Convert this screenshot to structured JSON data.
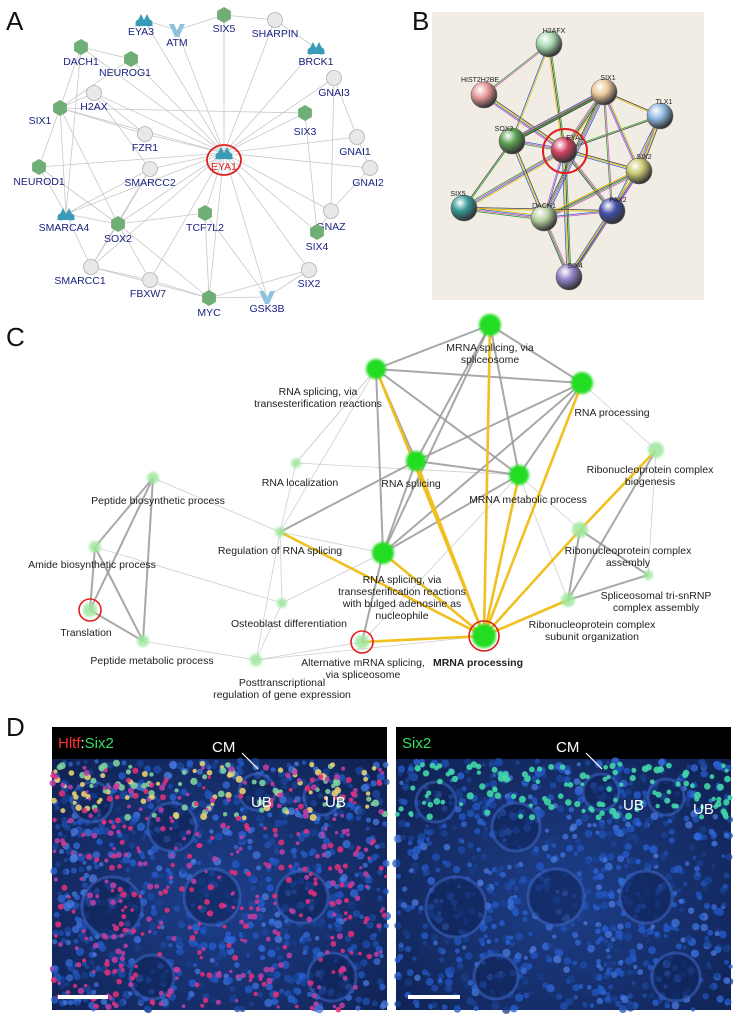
{
  "panels": {
    "a": "A",
    "b": "B",
    "c": "C",
    "d": "D"
  },
  "panel_a": {
    "nodes": [
      {
        "id": "EYA1",
        "label": "EYA1",
        "shape": "tri",
        "center": true
      },
      {
        "id": "EYA3",
        "label": "EYA3",
        "shape": "tri"
      },
      {
        "id": "ATM",
        "label": "ATM",
        "shape": "v"
      },
      {
        "id": "SIX5",
        "label": "SIX5",
        "shape": "hex"
      },
      {
        "id": "SHARPIN",
        "label": "SHARPIN",
        "shape": "circ"
      },
      {
        "id": "BRCK1",
        "label": "BRCK1",
        "shape": "tri"
      },
      {
        "id": "DACH1",
        "label": "DACH1",
        "shape": "hex"
      },
      {
        "id": "NEUROG1",
        "label": "NEUROG1",
        "shape": "hex"
      },
      {
        "id": "H2AX",
        "label": "H2AX",
        "shape": "circ"
      },
      {
        "id": "GNAI3",
        "label": "GNAI3",
        "shape": "circ"
      },
      {
        "id": "SIX1",
        "label": "SIX1",
        "shape": "hex"
      },
      {
        "id": "SIX3",
        "label": "SIX3",
        "shape": "hex"
      },
      {
        "id": "FZR1",
        "label": "FZR1",
        "shape": "circ"
      },
      {
        "id": "GNAI1",
        "label": "GNAI1",
        "shape": "circ"
      },
      {
        "id": "NEUROD1",
        "label": "NEUROD1",
        "shape": "hex"
      },
      {
        "id": "SMARCC2",
        "label": "SMARCC2",
        "shape": "circ"
      },
      {
        "id": "GNAI2",
        "label": "GNAI2",
        "shape": "circ"
      },
      {
        "id": "SMARCA4",
        "label": "SMARCA4",
        "shape": "tri"
      },
      {
        "id": "SOX2",
        "label": "SOX2",
        "shape": "hex"
      },
      {
        "id": "TCF7L2",
        "label": "TCF7L2",
        "shape": "hex"
      },
      {
        "id": "GNAZ",
        "label": "GNAZ",
        "shape": "circ"
      },
      {
        "id": "SIX4",
        "label": "SIX4",
        "shape": "hex"
      },
      {
        "id": "SMARCC1",
        "label": "SMARCC1",
        "shape": "circ"
      },
      {
        "id": "SIX2",
        "label": "SIX2",
        "shape": "circ"
      },
      {
        "id": "FBXW7",
        "label": "FBXW7",
        "shape": "circ"
      },
      {
        "id": "MYC",
        "label": "MYC",
        "shape": "hex"
      },
      {
        "id": "GSK3B",
        "label": "GSK3B",
        "shape": "v"
      }
    ],
    "colors": {
      "hex": "#6fae75",
      "tri": "#3a9bb8",
      "v": "#8fc2dc",
      "circ": "#e8e8e8",
      "label": "#1a237e",
      "highlight": "#e02020"
    }
  },
  "panel_b": {
    "nodes": [
      {
        "id": "H2AFX",
        "label": "H2AFX",
        "color": "#a8d8b0"
      },
      {
        "id": "HIST2H2BE",
        "label": "HIST2H2BE",
        "color": "#e89898"
      },
      {
        "id": "SIX1",
        "label": "SIX1",
        "color": "#e8c89a"
      },
      {
        "id": "TLX1",
        "label": "TLX1",
        "color": "#8fb8e0"
      },
      {
        "id": "SOX2",
        "label": "SOX2",
        "color": "#5aa050"
      },
      {
        "id": "EYA1",
        "label": "EYA1",
        "color": "#d04060"
      },
      {
        "id": "SIX2",
        "label": "SIX2",
        "color": "#c8c870"
      },
      {
        "id": "SIX5",
        "label": "SIX5",
        "color": "#3a9898"
      },
      {
        "id": "DACH1",
        "label": "DACH1",
        "color": "#b8d0a0"
      },
      {
        "id": "PAX2",
        "label": "PAX2",
        "color": "#4050a8"
      },
      {
        "id": "SIX4",
        "label": "SIX4",
        "color": "#9080c8"
      }
    ]
  },
  "panel_c": {
    "terms": [
      {
        "id": "mrna_splicing_spliceosome",
        "label": "MRNA splicing, via spliceosome"
      },
      {
        "id": "rna_splicing_trans",
        "label": "RNA splicing, via transesterification reactions"
      },
      {
        "id": "rna_processing",
        "label": "RNA processing"
      },
      {
        "id": "rna_localization",
        "label": "RNA localization"
      },
      {
        "id": "rna_splicing",
        "label": "RNA splicing"
      },
      {
        "id": "mrna_metabolic",
        "label": "MRNA metabolic process"
      },
      {
        "id": "rnp_biogenesis",
        "label": "Ribonucleoprotein complex biogenesis"
      },
      {
        "id": "peptide_biosynthetic",
        "label": "Peptide biosynthetic process"
      },
      {
        "id": "amide_biosynthetic",
        "label": "Amide biosynthetic process"
      },
      {
        "id": "regulation_rna_splicing",
        "label": "Regulation of RNA splicing"
      },
      {
        "id": "rnp_assembly",
        "label": "Ribonucleoprotein complex assembly"
      },
      {
        "id": "rna_splicing_bulged",
        "label": "RNA splicing, via transesterification reactions with bulged adenosine as nucleophile"
      },
      {
        "id": "tri_snrnp",
        "label": "Spliceosomal tri-snRNP complex assembly"
      },
      {
        "id": "translation",
        "label": "Translation"
      },
      {
        "id": "osteoblast",
        "label": "Osteoblast differentiation"
      },
      {
        "id": "rnp_subunit",
        "label": "Ribonucleoprotein complex subunit organization"
      },
      {
        "id": "peptide_metabolic",
        "label": "Peptide metabolic process"
      },
      {
        "id": "alt_mrna_splicing",
        "label": "Alternative mRNA splicing, via spliceosome"
      },
      {
        "id": "mrna_processing",
        "label": "MRNA processing"
      },
      {
        "id": "posttranscriptional",
        "label": "Posttranscriptional regulation of gene expression"
      }
    ],
    "colors": {
      "node": "#22dd22",
      "edge_strong": "#f0c020",
      "edge_gray": "#999999",
      "highlight": "#e02020"
    }
  },
  "panel_d": {
    "left": {
      "label_red": "Hltf",
      "label_sep": ":",
      "label_green": "Six2",
      "cm": "CM",
      "ub1": "UB",
      "ub2": "UB"
    },
    "right": {
      "label_green": "Six2",
      "cm": "CM",
      "ub1": "UB",
      "ub2": "UB"
    }
  }
}
